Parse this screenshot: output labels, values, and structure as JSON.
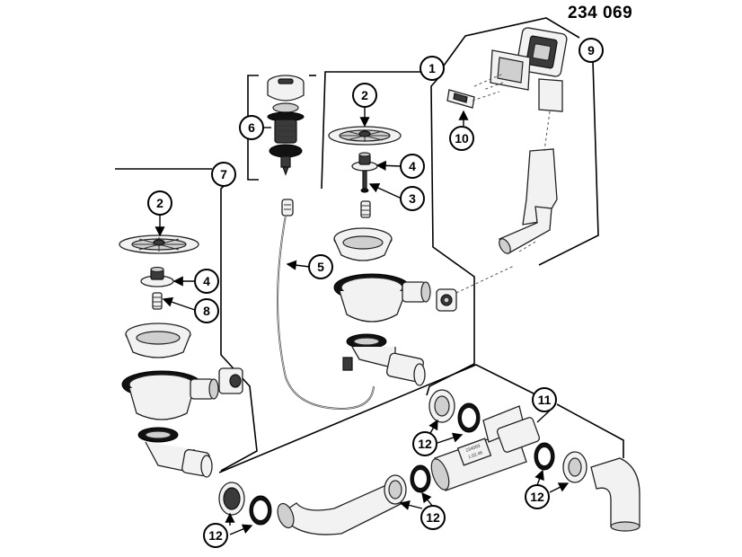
{
  "document": {
    "number": "234 069"
  },
  "callouts": {
    "c1": "1",
    "c2a": "2",
    "c2b": "2",
    "c3": "3",
    "c4a": "4",
    "c4b": "4",
    "c5": "5",
    "c6": "6",
    "c7": "7",
    "c8": "8",
    "c9": "9",
    "c10": "10",
    "c11": "11",
    "c12a": "12",
    "c12b": "12",
    "c12c": "12",
    "c12d": "12"
  },
  "pipe_stamp": {
    "line1": "234069",
    "line2": "1.02.46"
  }
}
